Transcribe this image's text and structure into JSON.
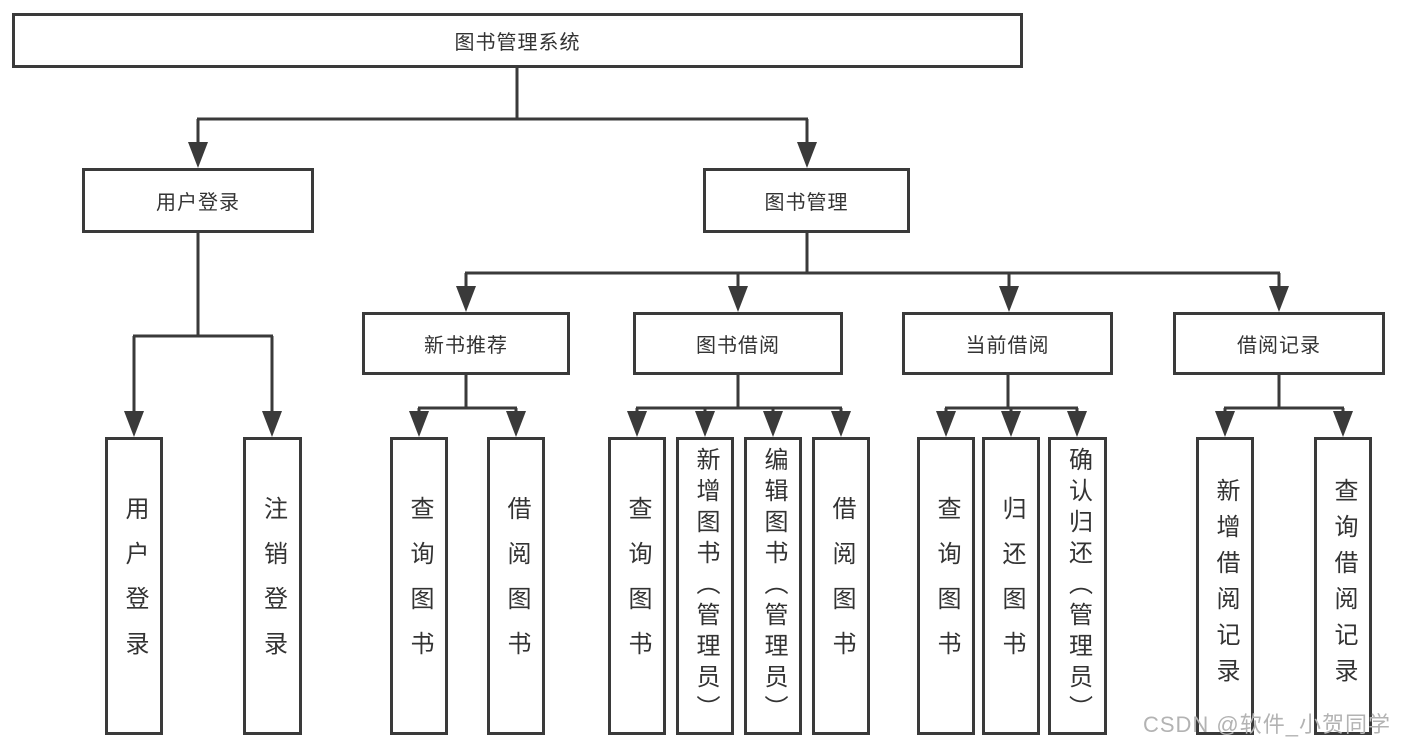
{
  "diagram": {
    "root": {
      "label": "图书管理系统"
    },
    "branches": [
      {
        "label": "用户登录",
        "leaves": [
          "用户登录",
          "注销登录"
        ]
      },
      {
        "label": "图书管理",
        "groups": [
          {
            "label": "新书推荐",
            "leaves": [
              "查询图书",
              "借阅图书"
            ]
          },
          {
            "label": "图书借阅",
            "leaves": [
              "查询图书",
              "新增图书（管理员）",
              "编辑图书（管理员）",
              "借阅图书"
            ]
          },
          {
            "label": "当前借阅",
            "leaves": [
              "查询图书",
              "归还图书",
              "确认归还（管理员）"
            ]
          },
          {
            "label": "借阅记录",
            "leaves": [
              "新增借阅记录",
              "查询借阅记录"
            ]
          }
        ]
      }
    ]
  },
  "watermark": {
    "text": "CSDN @软件_小贺同学"
  },
  "colors": {
    "line": "#3a3a3a",
    "box_border": "#3a3a3a",
    "text": "#333333",
    "watermark": "#b3b3b3",
    "background": "#ffffff"
  }
}
